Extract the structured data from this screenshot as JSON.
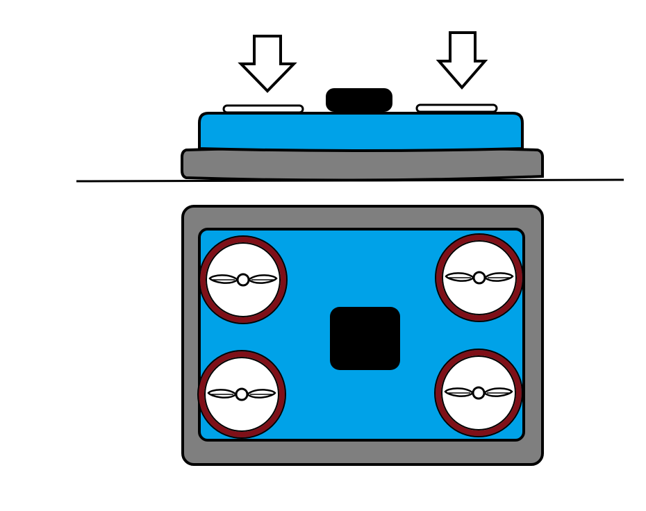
{
  "diagram": {
    "subject": "quadcopter-drone-diagram",
    "views": [
      "side-view",
      "top-view"
    ],
    "colors": {
      "body_blue": "#00a2e8",
      "frame_gray": "#7f7f7f",
      "outline_black": "#000000",
      "rotor_guard_red": "#7f1018",
      "rotor_white": "#ffffff",
      "background": "#ffffff"
    },
    "icons": {
      "arrow": "down-arrow-icon",
      "propeller": "propeller-icon"
    },
    "rotor_count": 4,
    "arrow_count": 2
  }
}
